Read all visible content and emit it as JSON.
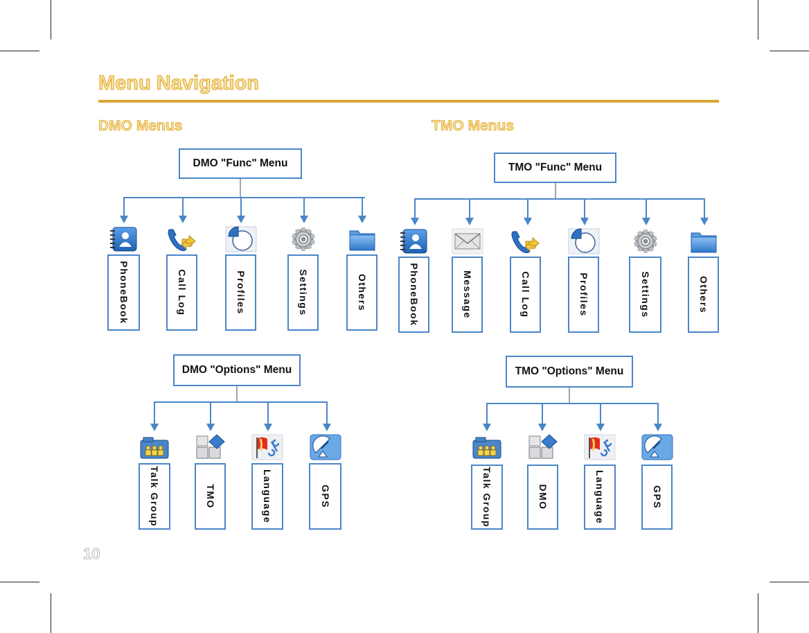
{
  "title": "Menu Navigation",
  "page_number": "10",
  "colors": {
    "accent": "#d9a634",
    "line": "#4a86c8"
  },
  "dmo": {
    "heading": "DMO Menus",
    "func": {
      "label": "DMO \"Func\" Menu",
      "items": [
        {
          "label": "PhoneBook",
          "icon": "phonebook-icon"
        },
        {
          "label": "Call Log",
          "icon": "call-log-icon"
        },
        {
          "label": "Profiles",
          "icon": "profiles-icon"
        },
        {
          "label": "Settings",
          "icon": "settings-icon"
        },
        {
          "label": "Others",
          "icon": "folder-icon"
        }
      ]
    },
    "options": {
      "label": "DMO \"Options\" Menu",
      "items": [
        {
          "label": "Talk Group",
          "icon": "talk-group-icon"
        },
        {
          "label": "TMO",
          "icon": "mode-icon"
        },
        {
          "label": "Language",
          "icon": "language-icon"
        },
        {
          "label": "GPS",
          "icon": "gps-icon"
        }
      ]
    }
  },
  "tmo": {
    "heading": "TMO Menus",
    "func": {
      "label": "TMO \"Func\" Menu",
      "items": [
        {
          "label": "PhoneBook",
          "icon": "phonebook-icon"
        },
        {
          "label": "Message",
          "icon": "message-icon"
        },
        {
          "label": "Call Log",
          "icon": "call-log-icon"
        },
        {
          "label": "Profiles",
          "icon": "profiles-icon"
        },
        {
          "label": "Settings",
          "icon": "settings-icon"
        },
        {
          "label": "Others",
          "icon": "folder-icon"
        }
      ]
    },
    "options": {
      "label": "TMO \"Options\" Menu",
      "items": [
        {
          "label": "Talk Group",
          "icon": "talk-group-icon"
        },
        {
          "label": "DMO",
          "icon": "mode-icon"
        },
        {
          "label": "Language",
          "icon": "language-icon"
        },
        {
          "label": "GPS",
          "icon": "gps-icon"
        }
      ]
    }
  }
}
